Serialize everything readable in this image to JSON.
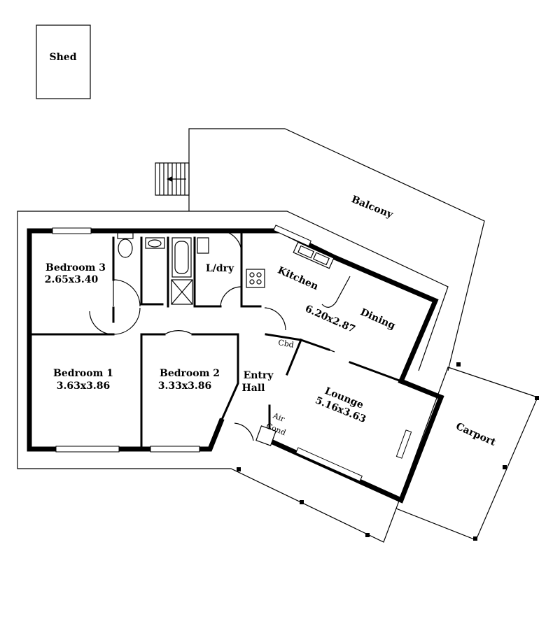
{
  "rooms": {
    "shed": "Shed",
    "balcony": "Balcony",
    "bedroom3": {
      "name": "Bedroom 3",
      "size": "2.65x3.40"
    },
    "laundry": "L/dry",
    "kitchen": "Kitchen",
    "kitchen_dining_size": "6.20x2.87",
    "dining": "Dining",
    "cupboard": "Cbd",
    "bedroom1": {
      "name": "Bedroom 1",
      "size": "3.63x3.86"
    },
    "bedroom2": {
      "name": "Bedroom 2",
      "size": "3.33x3.86"
    },
    "entry_hall": {
      "line1": "Entry",
      "line2": "Hall"
    },
    "lounge": {
      "name": "Lounge",
      "size": "5.16x3.63"
    },
    "air_cond": {
      "line1": "Air",
      "line2": "Cond"
    },
    "carport": "Carport"
  }
}
